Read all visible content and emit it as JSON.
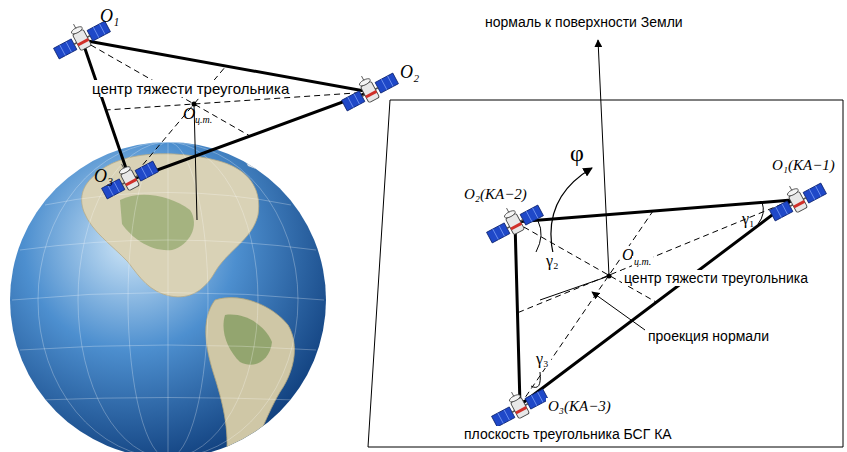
{
  "diagram": {
    "labels": [
      "O₁",
      "O₂",
      "центр тяжести треугольника",
      "O",
      "ц.т.",
      "O₃",
      "нормаль к поверхности Земли",
      "O₁(КА−1)",
      "O₂(КА−2)",
      "φ",
      "γ₁",
      "O",
      "ц.т.",
      "центр тяжести треугольника",
      "γ₂",
      "проекция нормали",
      "γ₃",
      "O₃(КА−3)",
      "плоскость треугольника БСГ КА"
    ]
  }
}
